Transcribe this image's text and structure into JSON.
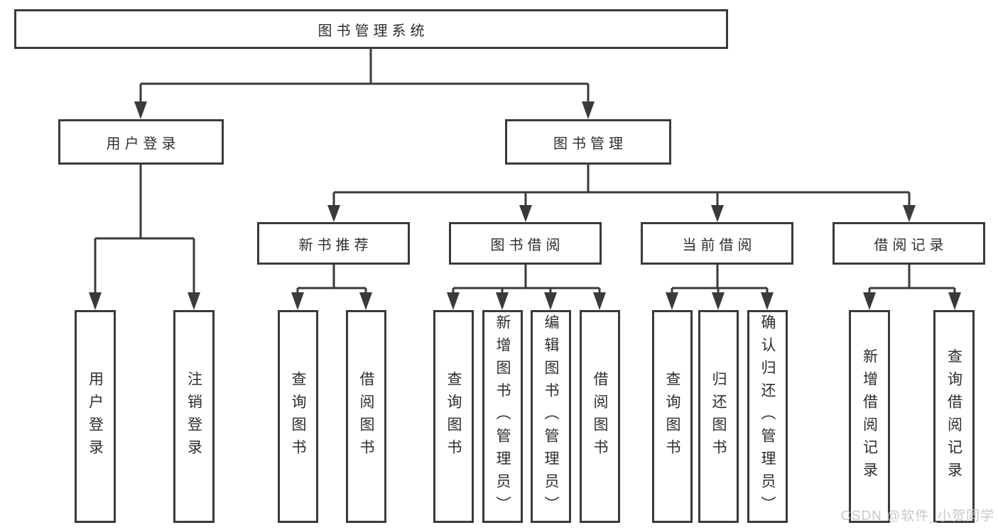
{
  "colors": {
    "line": "#3a3a3a",
    "text": "#2e2e2e",
    "background": "#ffffff",
    "watermark": "#c8c8c8"
  },
  "watermark": {
    "text": "CSDN @软件_小贺同学"
  },
  "tree": {
    "root": {
      "label": "图书管理系统"
    },
    "branches": [
      {
        "label": "用户登录",
        "children": [
          {
            "label": "用户登录"
          },
          {
            "label": "注销登录"
          }
        ]
      },
      {
        "label": "图书管理",
        "children": [
          {
            "label": "新书推荐",
            "children": [
              {
                "label": "查询图书"
              },
              {
                "label": "借阅图书"
              }
            ]
          },
          {
            "label": "图书借阅",
            "children": [
              {
                "label": "查询图书"
              },
              {
                "label": "新增图书（管理员）"
              },
              {
                "label": "编辑图书（管理员）"
              },
              {
                "label": "借阅图书"
              }
            ]
          },
          {
            "label": "当前借阅",
            "children": [
              {
                "label": "查询图书"
              },
              {
                "label": "归还图书"
              },
              {
                "label": "确认归还（管理员）"
              }
            ]
          },
          {
            "label": "借阅记录",
            "children": [
              {
                "label": "新增借阅记录"
              },
              {
                "label": "查询借阅记录"
              }
            ]
          }
        ]
      }
    ]
  }
}
